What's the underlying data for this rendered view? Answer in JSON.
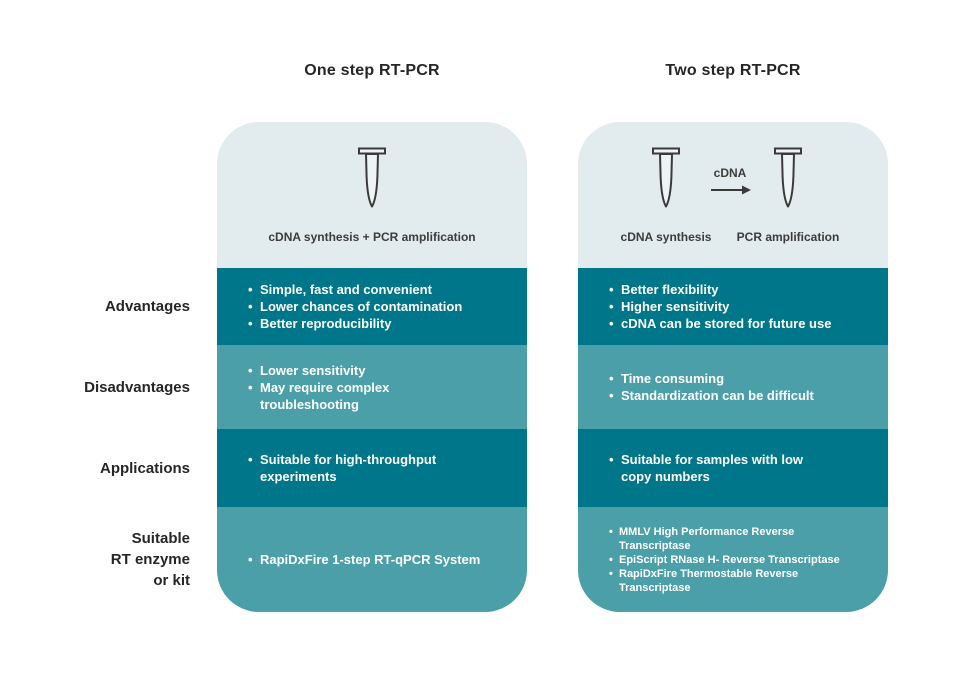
{
  "headers": {
    "one_step": "One step RT-PCR",
    "two_step": "Two step RT-PCR"
  },
  "row_labels": {
    "advantages": "Advantages",
    "disadvantages": "Disadvantages",
    "applications": "Applications",
    "enzyme_lines": [
      "Suitable",
      "RT enzyme",
      "or kit"
    ]
  },
  "one_step": {
    "diagram_caption": "cDNA synthesis + PCR amplification",
    "advantages": [
      "Simple, fast and convenient",
      "Lower chances of contamination",
      "Better reproducibility"
    ],
    "disadvantages": [
      "Lower sensitivity",
      "May require complex\ntroubleshooting"
    ],
    "applications": [
      "Suitable for high-throughput\nexperiments"
    ],
    "enzymes": [
      "RapiDxFire 1-step RT-qPCR System"
    ]
  },
  "two_step": {
    "arrow_label": "cDNA",
    "tube1_caption": "cDNA synthesis",
    "tube2_caption": "PCR amplification",
    "advantages": [
      "Better flexibility",
      "Higher sensitivity",
      "cDNA can be stored for future use"
    ],
    "disadvantages": [
      "Time consuming",
      "Standardization can be difficult"
    ],
    "applications": [
      "Suitable for samples with low\ncopy numbers"
    ],
    "enzymes": [
      "MMLV High Performance Reverse\nTranscriptase",
      "EpiScript RNase H- Reverse Transcriptase",
      "RapiDxFire Thermostable Reverse\nTranscriptase"
    ]
  },
  "colors": {
    "dark_teal": "#00768a",
    "medium_teal": "#4a9fa9",
    "panel_light": "#e2ebee",
    "heading_ink": "#262626",
    "caption_ink": "#3c3c3c",
    "bullet_text": "#ffffff"
  }
}
